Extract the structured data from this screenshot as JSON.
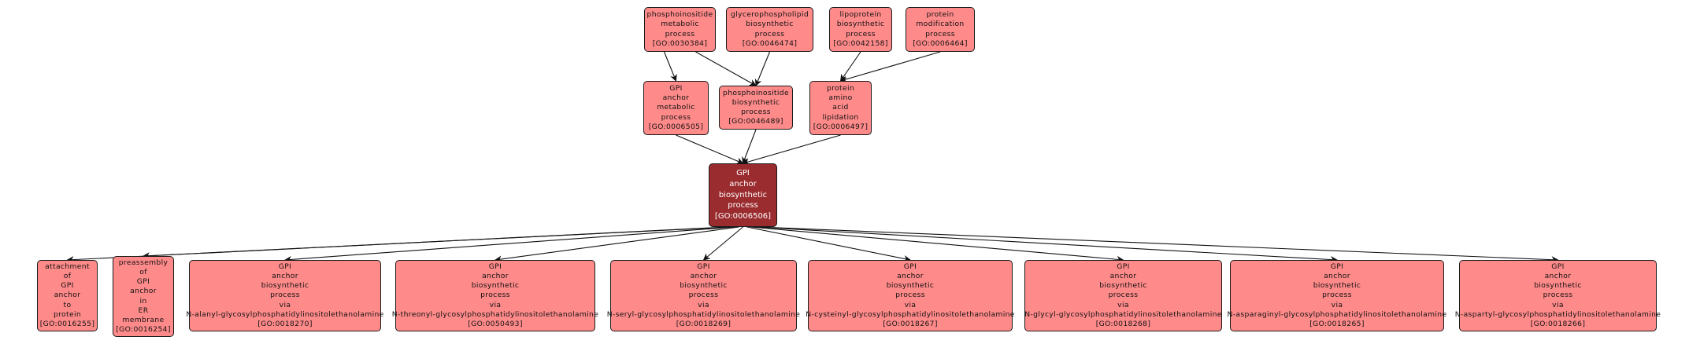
{
  "graph": {
    "title": "GO term hierarchy: GPI anchor biosynthetic process",
    "colors": {
      "node_fill": "#ff8a8a",
      "focus_fill": "#9a2b2e",
      "edge": "#111111",
      "border": "#1a1a1a"
    },
    "nodes": [
      {
        "id": "GO:0030384",
        "lines": [
          "phosphoinositide",
          "metabolic",
          "process",
          "[GO:0030384]"
        ],
        "level": 0
      },
      {
        "id": "GO:0046474",
        "lines": [
          "glycerophospholipid",
          "biosynthetic",
          "process",
          "[GO:0046474]"
        ],
        "level": 0
      },
      {
        "id": "GO:0042158",
        "lines": [
          "lipoprotein",
          "biosynthetic",
          "process",
          "[GO:0042158]"
        ],
        "level": 0
      },
      {
        "id": "GO:0006464",
        "lines": [
          "protein",
          "modification",
          "process",
          "[GO:0006464]"
        ],
        "level": 0
      },
      {
        "id": "GO:0006505",
        "lines": [
          "GPI",
          "anchor",
          "metabolic",
          "process",
          "[GO:0006505]"
        ],
        "level": 1
      },
      {
        "id": "GO:0046489",
        "lines": [
          "phosphoinositide",
          "biosynthetic",
          "process",
          "[GO:0046489]"
        ],
        "level": 1
      },
      {
        "id": "GO:0006497",
        "lines": [
          "protein",
          "amino",
          "acid",
          "lipidation",
          "[GO:0006497]"
        ],
        "level": 1
      },
      {
        "id": "GO:0006506",
        "lines": [
          "GPI",
          "anchor",
          "biosynthetic",
          "process",
          "[GO:0006506]"
        ],
        "level": 2,
        "focus": true
      },
      {
        "id": "GO:0016255",
        "lines": [
          "attachment",
          "of",
          "GPI",
          "anchor",
          "to",
          "protein",
          "[GO:0016255]"
        ],
        "level": 3
      },
      {
        "id": "GO:0016254",
        "lines": [
          "preassembly",
          "of",
          "GPI",
          "anchor",
          "in",
          "ER",
          "membrane",
          "[GO:0016254]"
        ],
        "level": 3
      },
      {
        "id": "GO:0018270",
        "lines": [
          "GPI",
          "anchor",
          "biosynthetic",
          "process",
          "via",
          "N-alanyl-glycosylphosphatidylinositolethanolamine",
          "[GO:0018270]"
        ],
        "level": 3
      },
      {
        "id": "GO:0050493",
        "lines": [
          "GPI",
          "anchor",
          "biosynthetic",
          "process",
          "via",
          "N-threonyl-glycosylphosphatidylinositolethanolamine",
          "[GO:0050493]"
        ],
        "level": 3
      },
      {
        "id": "GO:0018269",
        "lines": [
          "GPI",
          "anchor",
          "biosynthetic",
          "process",
          "via",
          "N-seryl-glycosylphosphatidylinositolethanolamine",
          "[GO:0018269]"
        ],
        "level": 3
      },
      {
        "id": "GO:0018267",
        "lines": [
          "GPI",
          "anchor",
          "biosynthetic",
          "process",
          "via",
          "N-cysteinyl-glycosylphosphatidylinositolethanolamine",
          "[GO:0018267]"
        ],
        "level": 3
      },
      {
        "id": "GO:0018268",
        "lines": [
          "GPI",
          "anchor",
          "biosynthetic",
          "process",
          "via",
          "N-glycyl-glycosylphosphatidylinositolethanolamine",
          "[GO:0018268]"
        ],
        "level": 3
      },
      {
        "id": "GO:0018265",
        "lines": [
          "GPI",
          "anchor",
          "biosynthetic",
          "process",
          "via",
          "N-asparaginyl-glycosylphosphatidylinositolethanolamine",
          "[GO:0018265]"
        ],
        "level": 3
      },
      {
        "id": "GO:0018266",
        "lines": [
          "GPI",
          "anchor",
          "biosynthetic",
          "process",
          "via",
          "N-aspartyl-glycosylphosphatidylinositolethanolamine",
          "[GO:0018266]"
        ],
        "level": 3
      }
    ],
    "edges": [
      {
        "from": "GO:0030384",
        "to": "GO:0006505"
      },
      {
        "from": "GO:0030384",
        "to": "GO:0046489"
      },
      {
        "from": "GO:0046474",
        "to": "GO:0046489"
      },
      {
        "from": "GO:0042158",
        "to": "GO:0006497"
      },
      {
        "from": "GO:0006464",
        "to": "GO:0006497"
      },
      {
        "from": "GO:0006505",
        "to": "GO:0006506"
      },
      {
        "from": "GO:0046489",
        "to": "GO:0006506"
      },
      {
        "from": "GO:0006497",
        "to": "GO:0006506"
      },
      {
        "from": "GO:0006506",
        "to": "GO:0016255"
      },
      {
        "from": "GO:0006506",
        "to": "GO:0016254"
      },
      {
        "from": "GO:0006506",
        "to": "GO:0018270"
      },
      {
        "from": "GO:0006506",
        "to": "GO:0050493"
      },
      {
        "from": "GO:0006506",
        "to": "GO:0018269"
      },
      {
        "from": "GO:0006506",
        "to": "GO:0018267"
      },
      {
        "from": "GO:0006506",
        "to": "GO:0018268"
      },
      {
        "from": "GO:0006506",
        "to": "GO:0018265"
      },
      {
        "from": "GO:0006506",
        "to": "GO:0018266"
      }
    ]
  }
}
